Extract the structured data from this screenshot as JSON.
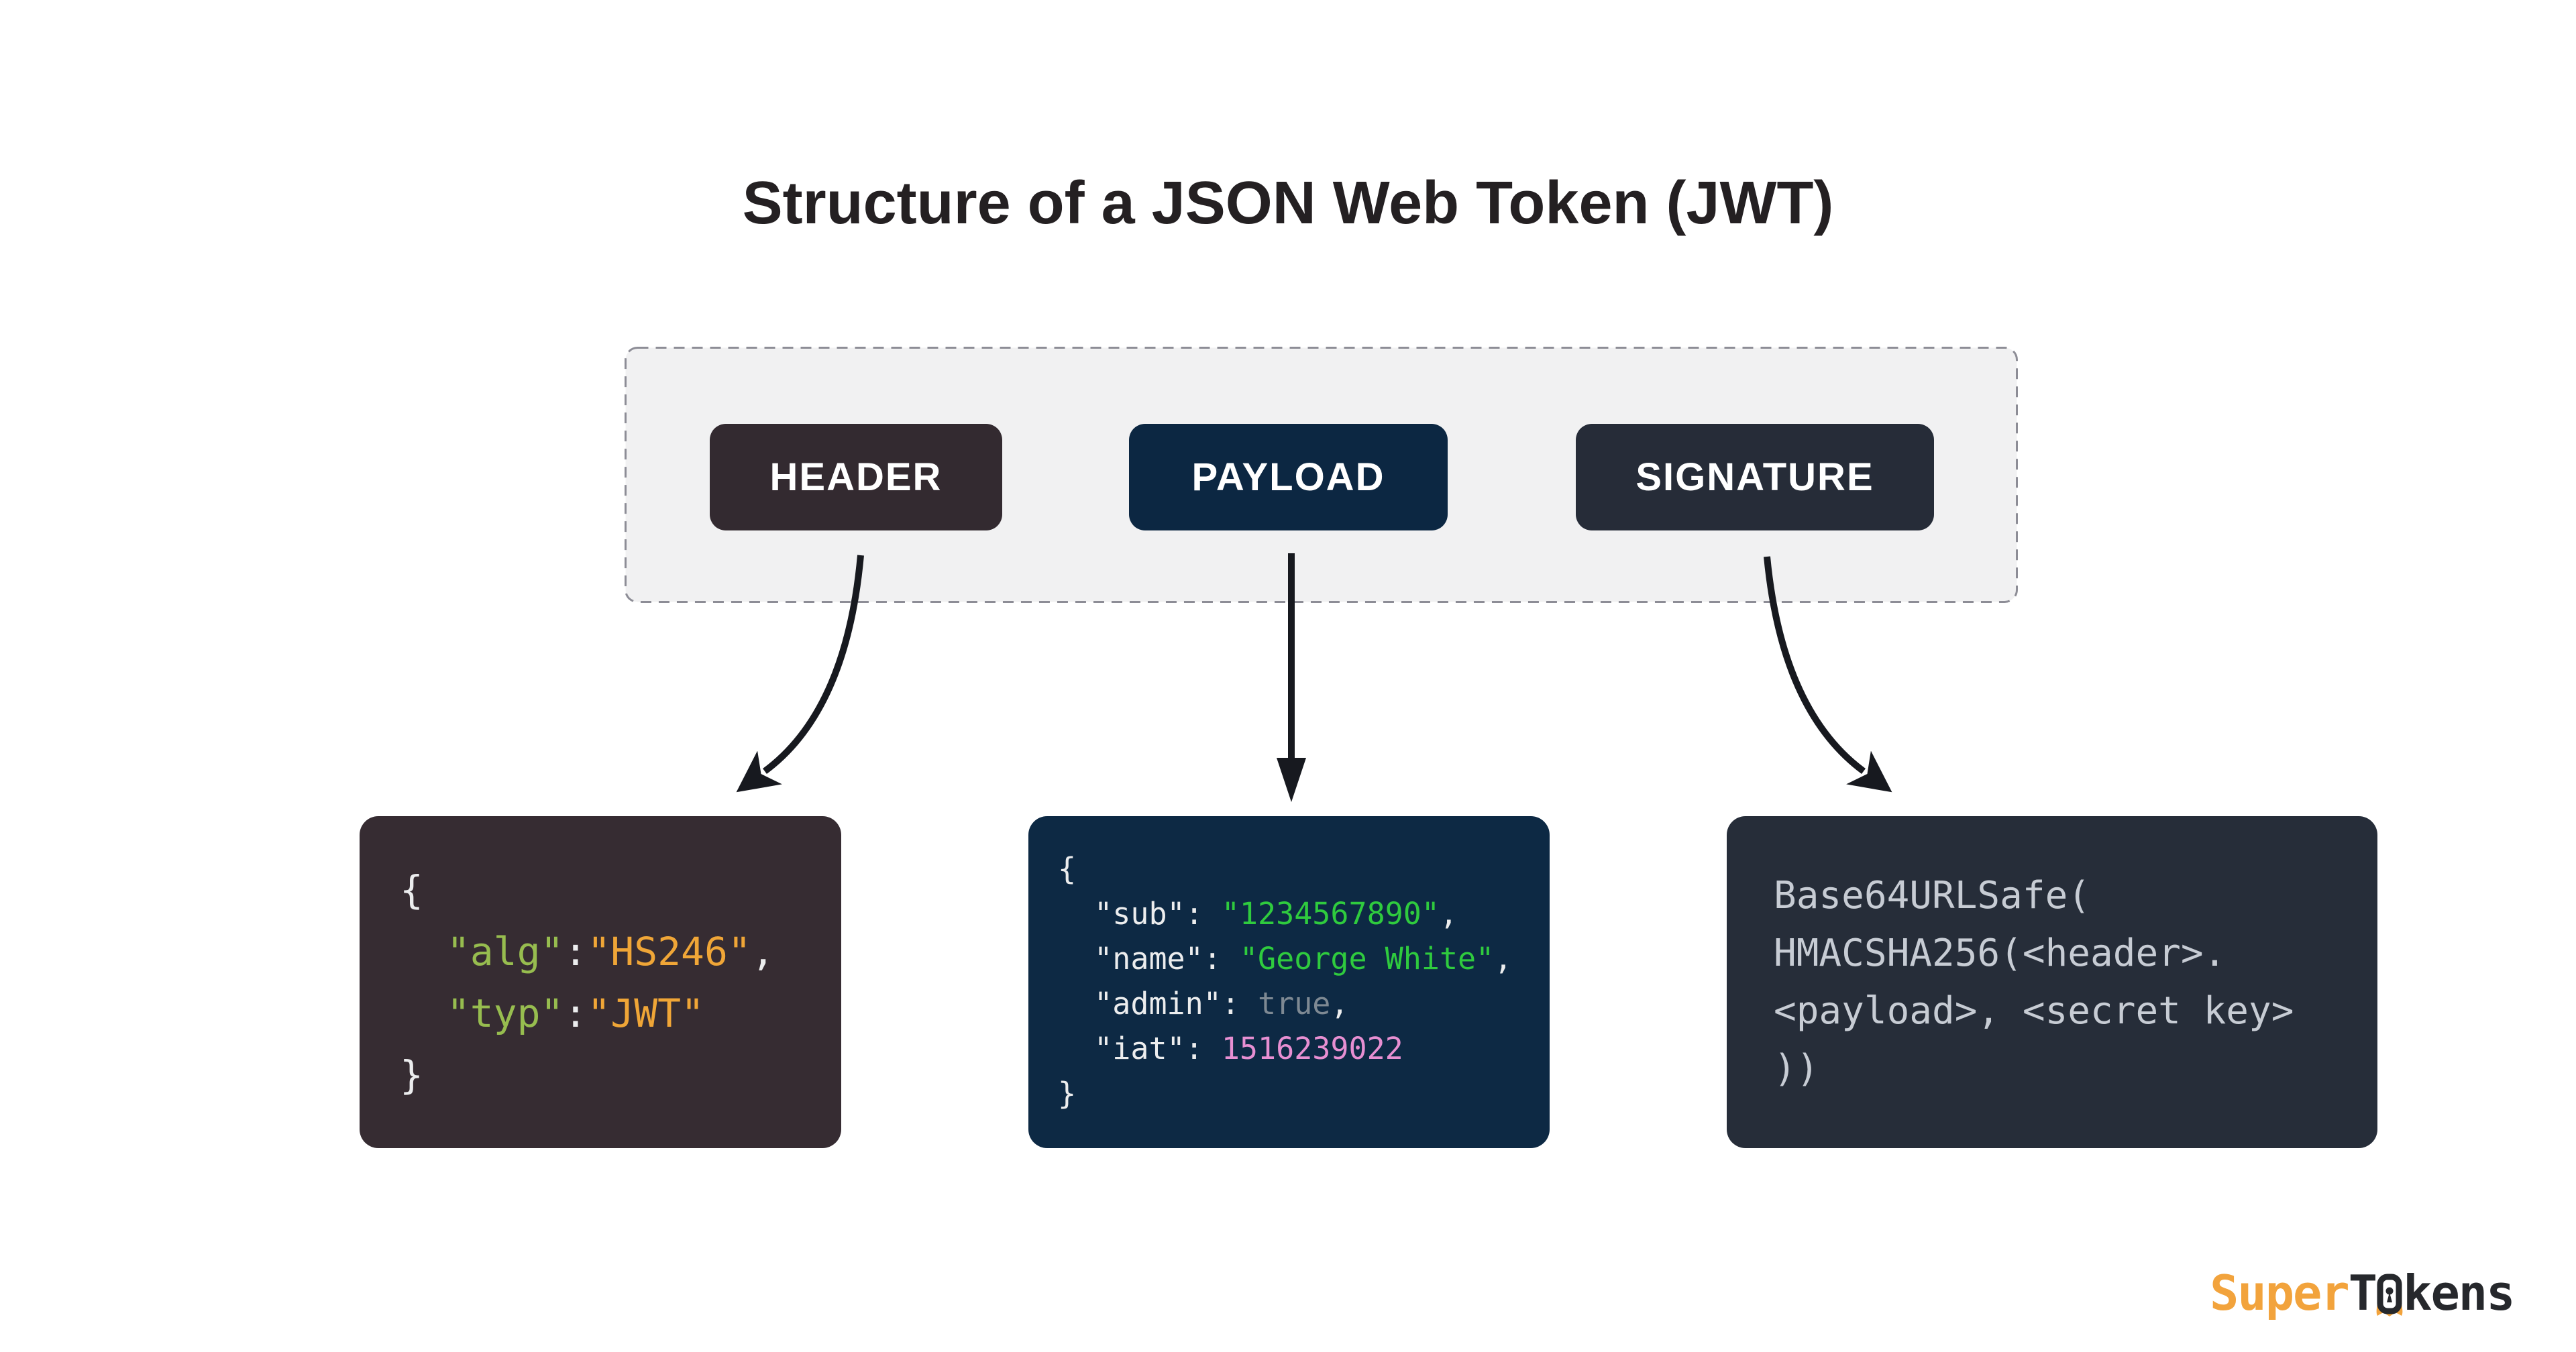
{
  "title": "Structure of a JSON Web Token (JWT)",
  "chips": [
    {
      "label": "HEADER"
    },
    {
      "label": "PAYLOAD"
    },
    {
      "label": "SIGNATURE"
    }
  ],
  "code_boxes": {
    "header": {
      "lines": [
        [
          {
            "t": "{",
            "c": "w"
          }
        ],
        [
          {
            "t": "  ",
            "c": "w"
          },
          {
            "t": "\"alg\"",
            "c": "key"
          },
          {
            "t": ":",
            "c": "w"
          },
          {
            "t": "\"HS246\"",
            "c": "orange"
          },
          {
            "t": ",",
            "c": "w"
          }
        ],
        [
          {
            "t": "  ",
            "c": "w"
          },
          {
            "t": "\"typ\"",
            "c": "key"
          },
          {
            "t": ":",
            "c": "w"
          },
          {
            "t": "\"JWT\"",
            "c": "orange"
          }
        ],
        [
          {
            "t": "}",
            "c": "w"
          }
        ]
      ]
    },
    "payload": {
      "lines": [
        [
          {
            "t": "{",
            "c": "w"
          }
        ],
        [
          {
            "t": "  \"sub\": ",
            "c": "w"
          },
          {
            "t": "\"1234567890\"",
            "c": "green"
          },
          {
            "t": ",",
            "c": "w"
          }
        ],
        [
          {
            "t": "  \"name\": ",
            "c": "w"
          },
          {
            "t": "\"George White\"",
            "c": "green"
          },
          {
            "t": ",",
            "c": "w"
          }
        ],
        [
          {
            "t": "  \"admin\": ",
            "c": "w"
          },
          {
            "t": "true",
            "c": "gray"
          },
          {
            "t": ",",
            "c": "w"
          }
        ],
        [
          {
            "t": "  \"iat\": ",
            "c": "w"
          },
          {
            "t": "1516239022",
            "c": "pink"
          }
        ],
        [
          {
            "t": "}",
            "c": "w"
          }
        ]
      ]
    },
    "signature": {
      "lines": [
        [
          {
            "t": "Base64URLSafe(",
            "c": "sig"
          }
        ],
        [
          {
            "t": "HMACSHA256(<header>.",
            "c": "sig"
          }
        ],
        [
          {
            "t": "<payload>, <secret key>",
            "c": "sig"
          }
        ],
        [
          {
            "t": "))",
            "c": "sig"
          }
        ]
      ]
    }
  },
  "logo": {
    "super": "Super",
    "t": "T",
    "kens": "kens"
  },
  "colors": {
    "title_color": "#242022",
    "panel_bg": "#f1f1f2",
    "panel_border": "#8d8d96",
    "arrow": "#17191f",
    "header_bg": "#332a30",
    "payload_bg": "#0c2742",
    "signature_bg": "#262c38",
    "header_bg2": "#362c32",
    "payload_bg2": "#0d2944",
    "signature_bg2": "#262d39",
    "code_white": "#ecedee",
    "key_green": "#97bd4f",
    "value_orange": "#f0a637",
    "value_green": "#2fcb3e",
    "value_gray": "#7e8993",
    "value_pink": "#e78fd2",
    "signature_text": "#c7ccd4",
    "logo_orange": "#f2a33c",
    "logo_dark": "#26282c"
  }
}
